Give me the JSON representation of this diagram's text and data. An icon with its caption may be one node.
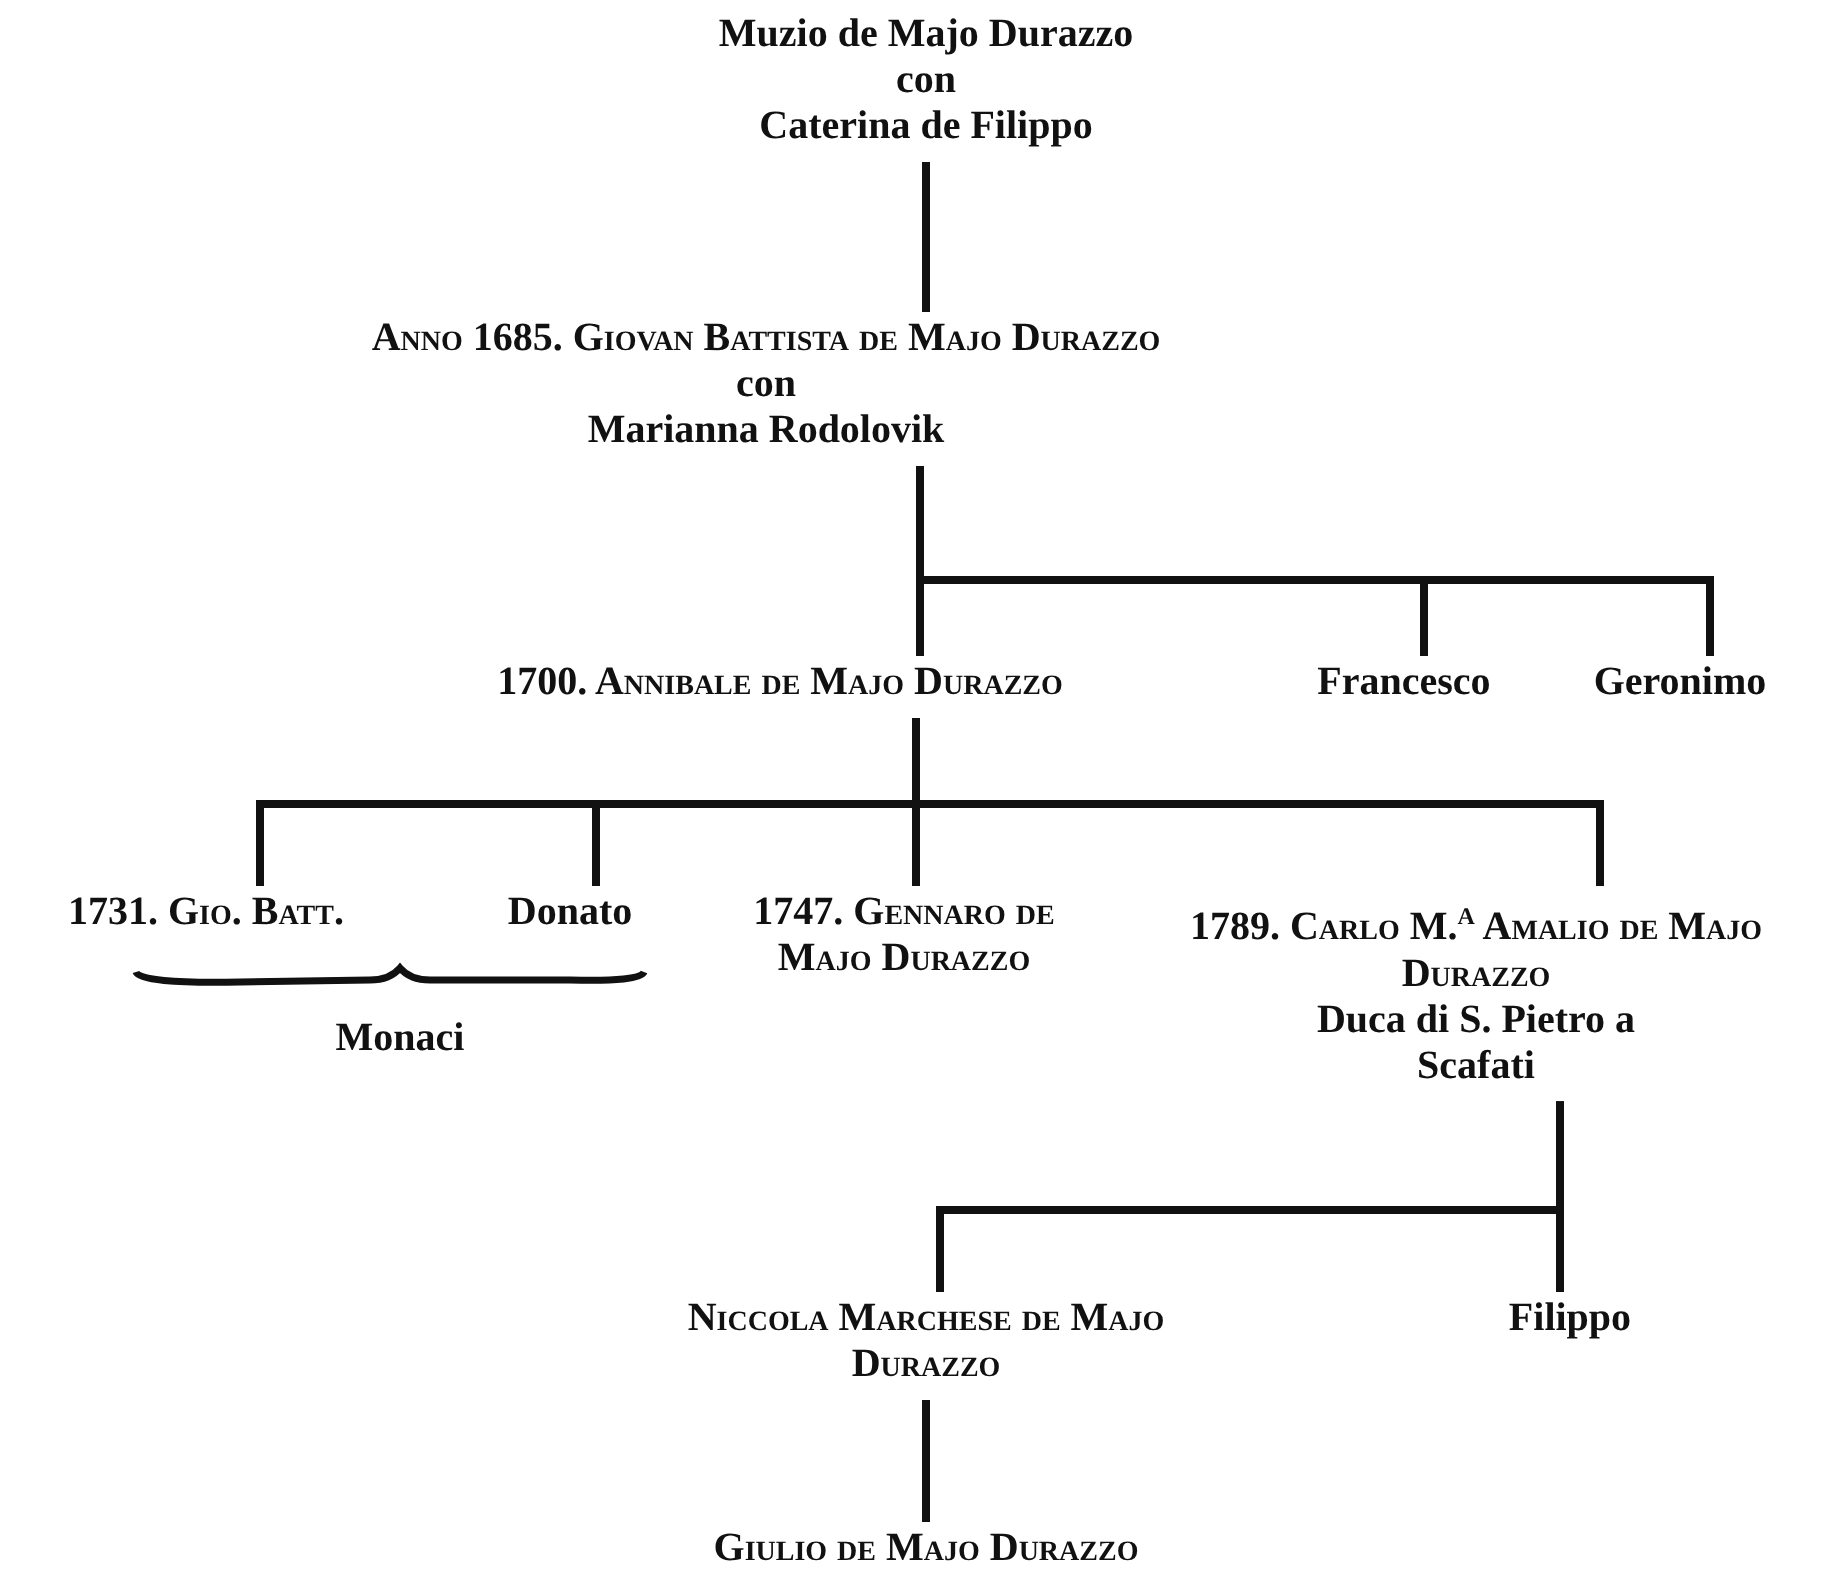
{
  "diagram": {
    "nodes": [
      {
        "text": [
          "Muzio de Majo Durazzo",
          "con",
          "Caterina de Filippo"
        ]
      },
      {
        "text": [
          "Anno 1685. Giovan Battista de Majo Durazzo",
          "con",
          "Marianna Rodolovik"
        ]
      },
      {
        "text": [
          "1700. Annibale de Majo Durazzo"
        ]
      },
      {
        "text": [
          "Francesco"
        ]
      },
      {
        "text": [
          "Geronimo"
        ]
      },
      {
        "text": [
          "1731. Gio. Batt."
        ]
      },
      {
        "text": [
          "Donato"
        ]
      },
      {
        "text": [
          "1747. Gennaro de Majo Durazzo"
        ]
      },
      {
        "text": [
          "1789. Carlo M.$^{a}$ Amalio de Majo Durazzo",
          "Duca di S. Pietro a Scafati"
        ]
      },
      {
        "text": [
          "Niccola Marchese de Majo Durazzo"
        ]
      },
      {
        "text": [
          "Filippo"
        ]
      },
      {
        "text": [
          "Giulio de Majo Durazzo"
        ]
      }
    ],
    "edges": [
      {
        "from": 0,
        "to": 1,
        "arrow": "none"
      },
      {
        "from": 1,
        "to": 2,
        "arrow": "none"
      },
      {
        "from": 1,
        "to": 3,
        "arrow": "none"
      },
      {
        "from": 1,
        "to": 4,
        "arrow": "none"
      },
      {
        "from": 2,
        "to": 5,
        "arrow": "none"
      },
      {
        "from": 2,
        "to": 6,
        "arrow": "none"
      },
      {
        "from": 2,
        "to": 7,
        "arrow": "none"
      },
      {
        "from": 2,
        "to": 8,
        "arrow": "none"
      },
      {
        "from": 8,
        "to": 9,
        "arrow": "none"
      },
      {
        "from": 8,
        "to": 10,
        "arrow": "none"
      },
      {
        "from": 9,
        "to": 11,
        "arrow": "none"
      }
    ],
    "labels": [
      "Monaci"
    ]
  }
}
